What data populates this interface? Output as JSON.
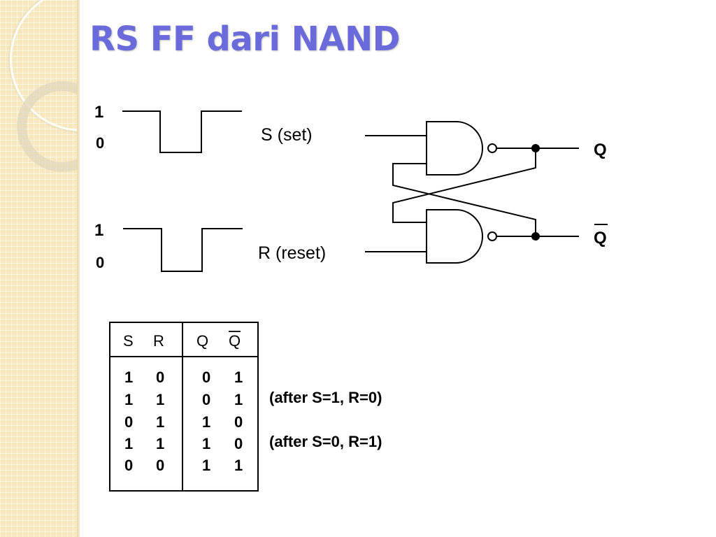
{
  "slide": {
    "title": "RS FF dari NAND"
  },
  "diagram": {
    "waveform_s": {
      "high_label": "1",
      "low_label": "0"
    },
    "waveform_r": {
      "high_label": "1",
      "low_label": "0"
    },
    "input_s_label": "S (set)",
    "input_r_label": "R (reset)",
    "output_q_label": "Q",
    "output_qbar_label": "Q"
  },
  "truth_table": {
    "headers": [
      "S",
      "R",
      "Q",
      "Q"
    ],
    "rows": [
      [
        "1",
        "0",
        "0",
        "1"
      ],
      [
        "1",
        "1",
        "0",
        "1"
      ],
      [
        "0",
        "1",
        "1",
        "0"
      ],
      [
        "1",
        "1",
        "1",
        "0"
      ],
      [
        "0",
        "0",
        "1",
        "1"
      ]
    ],
    "notes": [
      "(after S=1, R=0)",
      "(after S=0, R=1)"
    ]
  }
}
